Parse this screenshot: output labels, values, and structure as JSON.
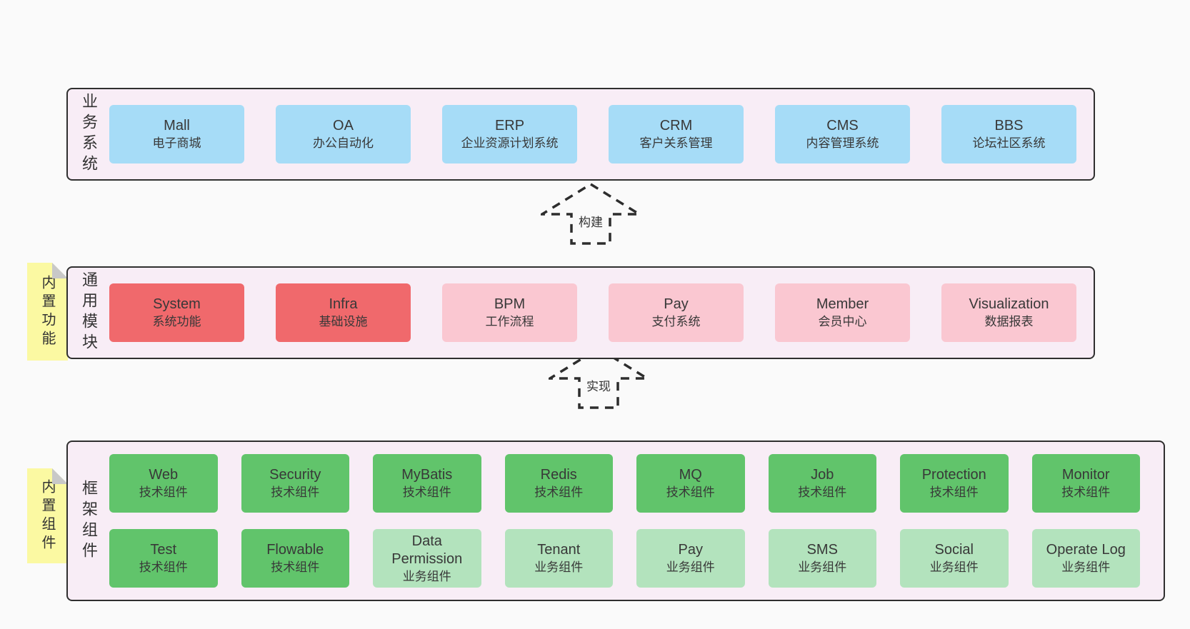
{
  "diagram_title": "yudao framework architecture diagram",
  "colors": {
    "page_bg": "#fafafa",
    "band_bg": "#f8edf6",
    "band_border": "#2f2f2f",
    "blue_box": "#a6dcf7",
    "red_box": "#f0696c",
    "pink_box": "#fac7d1",
    "green_box": "#61c46b",
    "light_green_box": "#b3e3bd",
    "sticky_yellow": "#fbf9a2",
    "sticky_fold_gray": "#c8c8c8",
    "text": "#383838"
  },
  "arrows": {
    "build": "构建",
    "implement": "实现"
  },
  "bands": {
    "business": {
      "label": "业务系统",
      "boxes": [
        {
          "en": "Mall",
          "zh": "电子商城"
        },
        {
          "en": "OA",
          "zh": "办公自动化"
        },
        {
          "en": "ERP",
          "zh": "企业资源计划系统"
        },
        {
          "en": "CRM",
          "zh": "客户关系管理"
        },
        {
          "en": "CMS",
          "zh": "内容管理系统"
        },
        {
          "en": "BBS",
          "zh": "论坛社区系统"
        }
      ]
    },
    "modules": {
      "label": "通用模块",
      "sticky": "内置功能",
      "boxes": [
        {
          "en": "System",
          "zh": "系统功能",
          "variant": "red"
        },
        {
          "en": "Infra",
          "zh": "基础设施",
          "variant": "red"
        },
        {
          "en": "BPM",
          "zh": "工作流程",
          "variant": "pink"
        },
        {
          "en": "Pay",
          "zh": "支付系统",
          "variant": "pink"
        },
        {
          "en": "Member",
          "zh": "会员中心",
          "variant": "pink"
        },
        {
          "en": "Visualization",
          "zh": "数据报表",
          "variant": "pink"
        }
      ]
    },
    "framework": {
      "label": "框架组件",
      "sticky": "内置组件",
      "row1": [
        {
          "en": "Web",
          "zh": "技术组件",
          "variant": "green"
        },
        {
          "en": "Security",
          "zh": "技术组件",
          "variant": "green"
        },
        {
          "en": "MyBatis",
          "zh": "技术组件",
          "variant": "green"
        },
        {
          "en": "Redis",
          "zh": "技术组件",
          "variant": "green"
        },
        {
          "en": "MQ",
          "zh": "技术组件",
          "variant": "green"
        },
        {
          "en": "Job",
          "zh": "技术组件",
          "variant": "green"
        },
        {
          "en": "Protection",
          "zh": "技术组件",
          "variant": "green"
        },
        {
          "en": "Monitor",
          "zh": "技术组件",
          "variant": "green"
        }
      ],
      "row2": [
        {
          "en": "Test",
          "zh": "技术组件",
          "variant": "green"
        },
        {
          "en": "Flowable",
          "zh": "技术组件",
          "variant": "green"
        },
        {
          "en": "Data Permission",
          "zh": "业务组件",
          "variant": "lightgreen"
        },
        {
          "en": "Tenant",
          "zh": "业务组件",
          "variant": "lightgreen"
        },
        {
          "en": "Pay",
          "zh": "业务组件",
          "variant": "lightgreen"
        },
        {
          "en": "SMS",
          "zh": "业务组件",
          "variant": "lightgreen"
        },
        {
          "en": "Social",
          "zh": "业务组件",
          "variant": "lightgreen"
        },
        {
          "en": "Operate Log",
          "zh": "业务组件",
          "variant": "lightgreen"
        }
      ]
    }
  }
}
